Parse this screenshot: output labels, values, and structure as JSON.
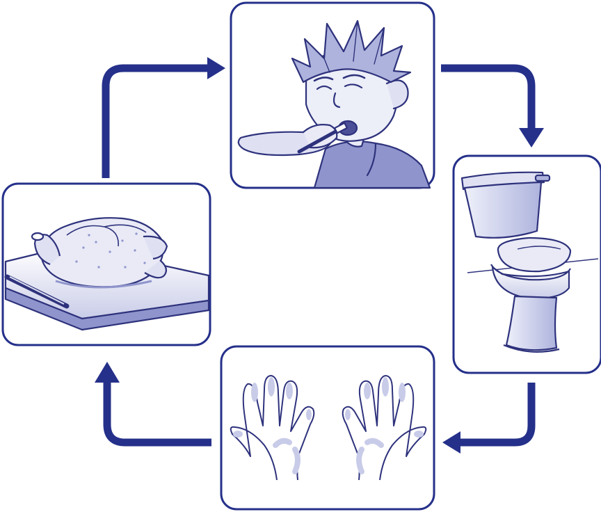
{
  "diagram": {
    "type": "cycle",
    "colors": {
      "arrow": "#25308a",
      "panel_border": "#25308a",
      "ink": "#2e327c",
      "tint": "#c9cce8",
      "tint_dark": "#8f95cc",
      "background": "#ffffff"
    },
    "panels": [
      {
        "id": "toothbrushing",
        "icon": "boy-brushing-teeth-icon"
      },
      {
        "id": "toilet",
        "icon": "toilet-icon"
      },
      {
        "id": "hands",
        "icon": "dirty-hands-icon"
      },
      {
        "id": "raw-chicken",
        "icon": "raw-chicken-on-board-icon"
      }
    ],
    "flow": [
      [
        "toothbrushing",
        "toilet"
      ],
      [
        "toilet",
        "hands"
      ],
      [
        "hands",
        "raw-chicken"
      ],
      [
        "raw-chicken",
        "toothbrushing"
      ]
    ]
  }
}
